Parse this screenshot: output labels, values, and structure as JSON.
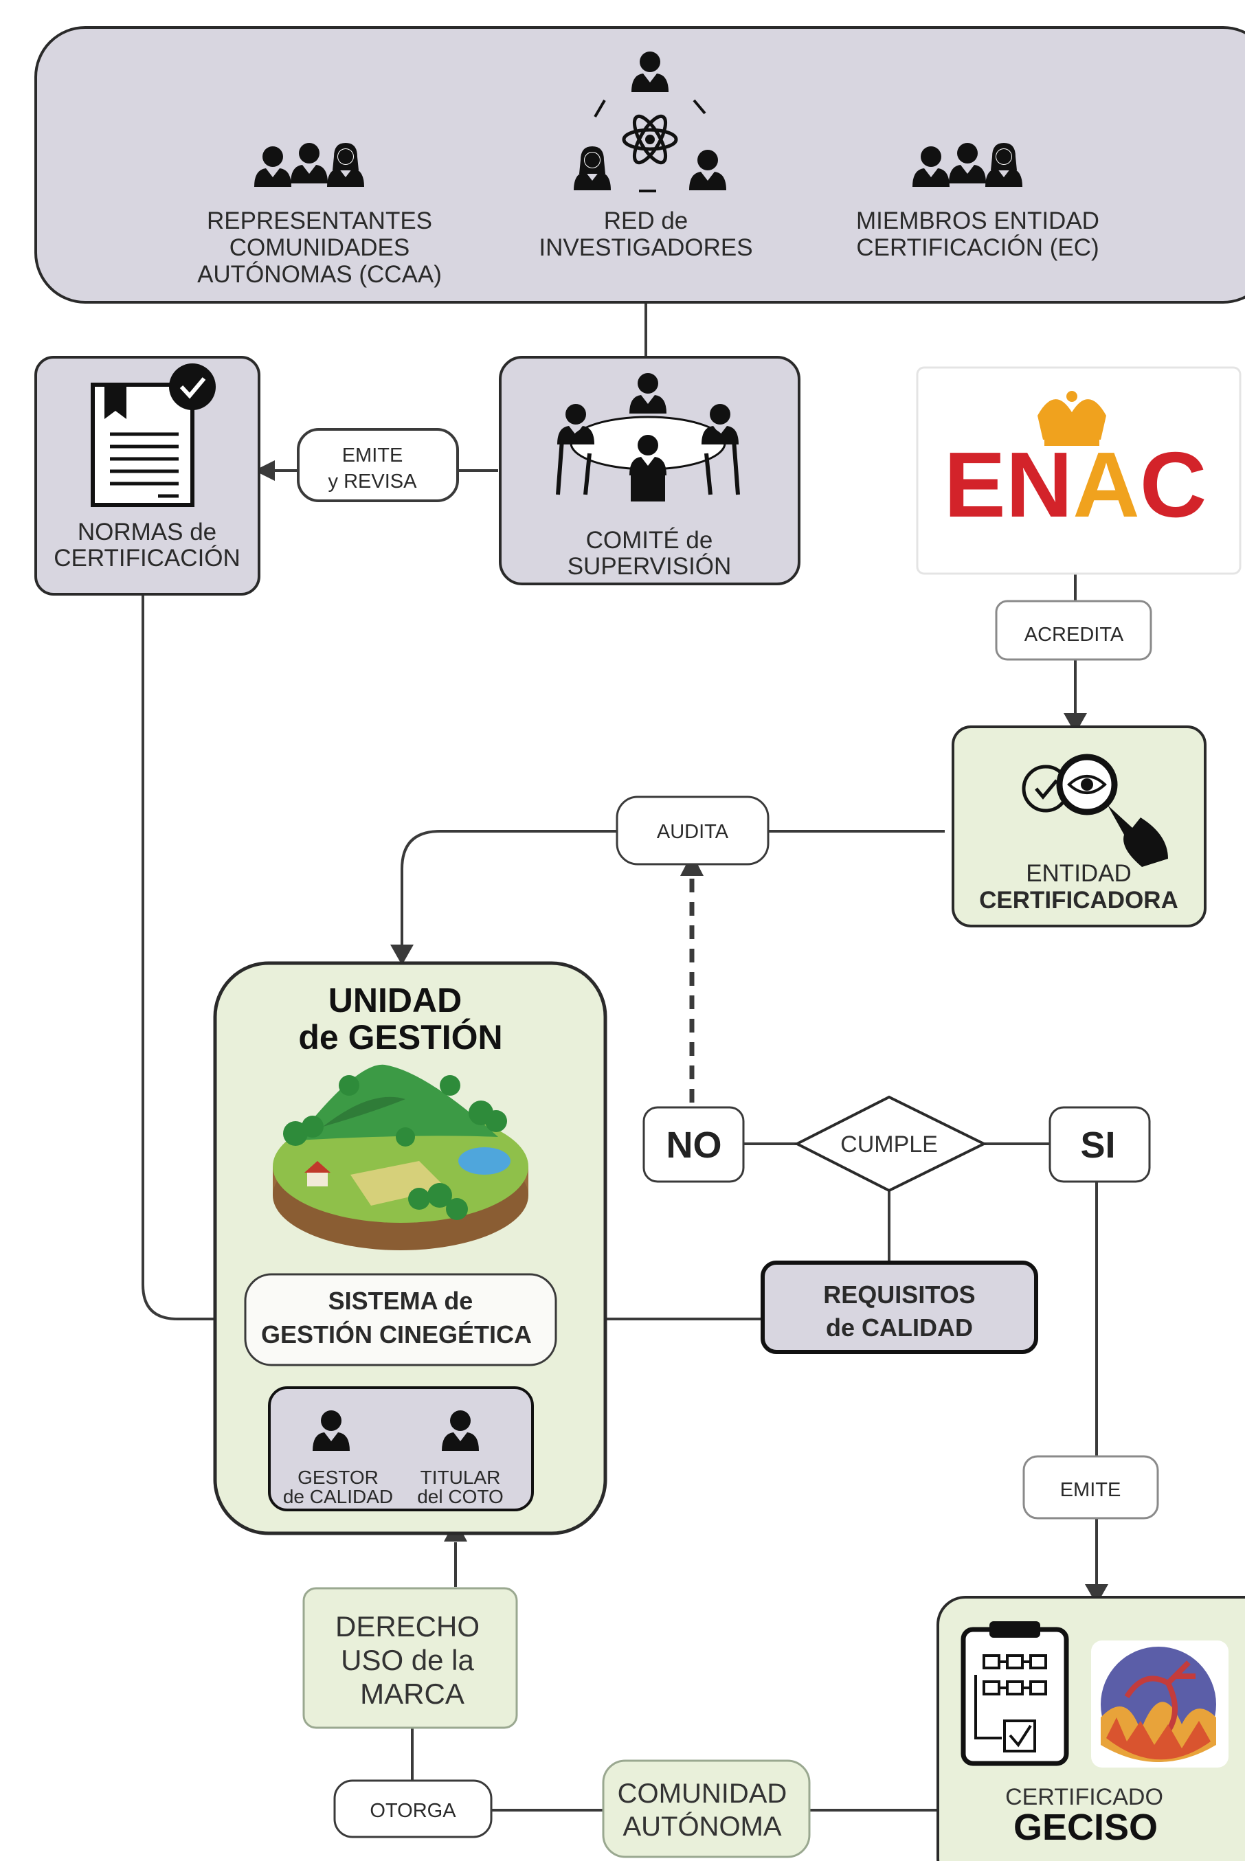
{
  "top_group": {
    "ccaa": [
      "REPRESENTANTES",
      "COMUNIDADES",
      "AUTÓNOMAS (CCAA)"
    ],
    "red": [
      "RED de",
      "INVESTIGADORES"
    ],
    "ec": [
      "MIEMBROS ENTIDAD",
      "CERTIFICACIÓN (EC)"
    ]
  },
  "normas": [
    "NORMAS de",
    "CERTIFICACIÓN"
  ],
  "emite_revisa": [
    "EMITE",
    "y REVISA"
  ],
  "comite": [
    "COMITÉ de",
    "SUPERVISIÓN"
  ],
  "enac_logo": "ENAC",
  "acredita": "ACREDITA",
  "entidad": [
    "ENTIDAD",
    "CERTIFICADORA"
  ],
  "audita": "AUDITA",
  "unidad": [
    "UNIDAD",
    "de GESTIÓN"
  ],
  "sistema": [
    "SISTEMA de",
    "GESTIÓN CINEGÉTICA"
  ],
  "gestor": [
    "GESTOR",
    "de CALIDAD"
  ],
  "titular": [
    "TITULAR",
    "del COTO"
  ],
  "no_label": "NO",
  "cumple": "CUMPLE",
  "si_label": "SI",
  "requisitos": [
    "REQUISITOS",
    "de CALIDAD"
  ],
  "emite": "EMITE",
  "derecho": [
    "DERECHO",
    "USO de la",
    "MARCA"
  ],
  "otorga": "OTORGA",
  "comunidad": [
    "COMUNIDAD",
    "AUTÓNOMA"
  ],
  "certificado": [
    "CERTIFICADO",
    "GECISO"
  ],
  "colors": {
    "lilac": "#d8d6e0",
    "green": "#e9f0da",
    "line": "#3a3a3a",
    "enac_red": "#d3232a",
    "enac_orange": "#f0a21e"
  }
}
